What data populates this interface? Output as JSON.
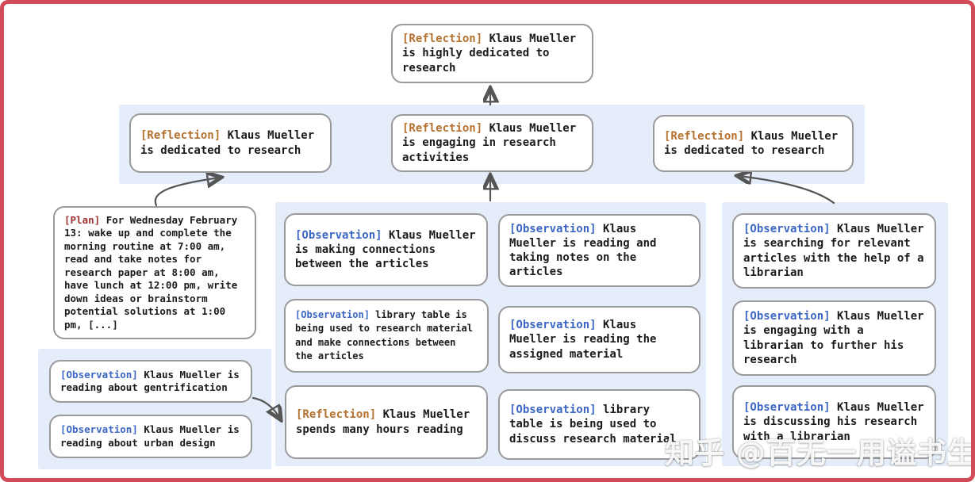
{
  "colors": {
    "frame_red": "#d14b5a",
    "panel_blue": "#e4edf9",
    "box_border": "#9a9a9a",
    "text": "#1b1b1b",
    "reflection_tag": "#b5712e",
    "observation_tag": "#3c66c4",
    "plan_tag": "#9e3232",
    "arrow": "#555555"
  },
  "watermark": "知乎 @百无一用谥书生",
  "nodes": {
    "top": {
      "tag": "[Reflection]",
      "text": "Klaus Mueller is highly dedicated to research"
    },
    "band1": {
      "tag": "[Reflection]",
      "text": "Klaus Mueller is dedicated to research"
    },
    "band2": {
      "tag": "[Reflection]",
      "text": "Klaus Mueller is engaging in research activities"
    },
    "band3": {
      "tag": "[Reflection]",
      "text": "Klaus Mueller is dedicated to research"
    },
    "plan": {
      "tag": "[Plan]",
      "text": "For Wednesday February 13: wake up and complete the morning routine at 7:00 am, read and take notes for research paper at 8:00 am, have lunch at 12:00 pm, write down ideas or brainstorm potential solutions at 1:00 pm, [...]"
    },
    "left_obs1": {
      "tag": "[Observation]",
      "text": "Klaus Mueller is reading about gentrification"
    },
    "left_obs2": {
      "tag": "[Observation]",
      "text": "Klaus Mueller is reading about urban design"
    },
    "mid_a1": {
      "tag": "[Observation]",
      "text": "Klaus Mueller is making connections between the articles"
    },
    "mid_a2": {
      "tag": "[Observation]",
      "text": "library table is being used to research material and make connections between the articles"
    },
    "mid_a3": {
      "tag": "[Reflection]",
      "text": "Klaus Mueller spends many hours reading"
    },
    "mid_b1": {
      "tag": "[Observation]",
      "text": "Klaus Mueller is reading and taking notes on the articles"
    },
    "mid_b2": {
      "tag": "[Observation]",
      "text": "Klaus Mueller is reading the assigned material"
    },
    "mid_b3": {
      "tag": "[Observation]",
      "text": "library table is being used to discuss research material"
    },
    "right1": {
      "tag": "[Observation]",
      "text": "Klaus Mueller is searching for relevant articles with the help of a librarian"
    },
    "right2": {
      "tag": "[Observation]",
      "text": "Klaus Mueller is engaging with a librarian to further his research"
    },
    "right3": {
      "tag": "[Observation]",
      "text": "Klaus Mueller is discussing his research with a librarian"
    }
  }
}
